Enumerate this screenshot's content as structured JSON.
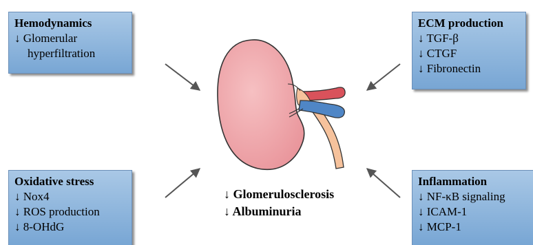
{
  "panels": {
    "hemodynamics": {
      "title": "Hemodynamics",
      "items": [
        "↓ Glomerular",
        "hyperfiltration"
      ]
    },
    "ecm": {
      "title": "ECM production",
      "items": [
        "↓ TGF-β",
        "↓ CTGF",
        "↓ Fibronectin"
      ]
    },
    "oxidative": {
      "title": "Oxidative stress",
      "items": [
        "↓ Nox4",
        "↓ ROS production",
        "↓ 8-OHdG"
      ]
    },
    "inflammation": {
      "title": "Inflammation",
      "items": [
        "↓ NF-κB signaling",
        "↓ ICAM-1",
        "↓ MCP-1"
      ]
    }
  },
  "outcomes": [
    "↓ Glomerulosclerosis",
    "↓ Albuminuria"
  ],
  "colors": {
    "box_fill_top": "#a9c8e6",
    "box_fill_bottom": "#78a6d4",
    "kidney": "#f1a9ad",
    "artery": "#d9525b",
    "vein": "#4f86c6",
    "ureter": "#f6c29c",
    "arrow": "#555555"
  }
}
